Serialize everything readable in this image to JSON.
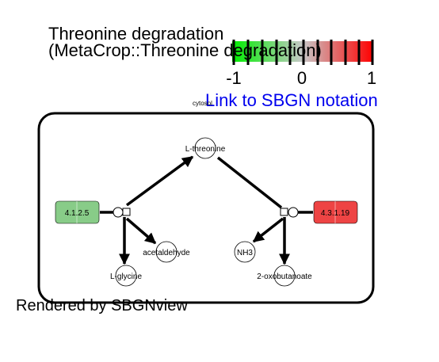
{
  "title": {
    "line1": "Threonine degradation",
    "line2": "(MetaCrop::Threonine degradation)"
  },
  "legend": {
    "ticks": [
      "-1",
      "0",
      "1"
    ],
    "colors": {
      "low": "#00ee00",
      "mid": "#c8c8c8",
      "high": "#ff0000"
    }
  },
  "link": {
    "text": "Link to SBGN notation"
  },
  "compartment": {
    "label": "cytosol"
  },
  "metabolites": {
    "threonine": "L-threonine",
    "acetaldehyde": "acetaldehyde",
    "glycine": "L-glycine",
    "nh3": "NH3",
    "oxobutanoate": "2-oxobutanoate"
  },
  "enzymes": {
    "left": {
      "label": "4.1.2.5",
      "color": "#88cc88"
    },
    "right": {
      "label": "4.3.1.19",
      "color": "#ee4444"
    }
  },
  "footer": {
    "text": "Rendered by SBGNview"
  }
}
